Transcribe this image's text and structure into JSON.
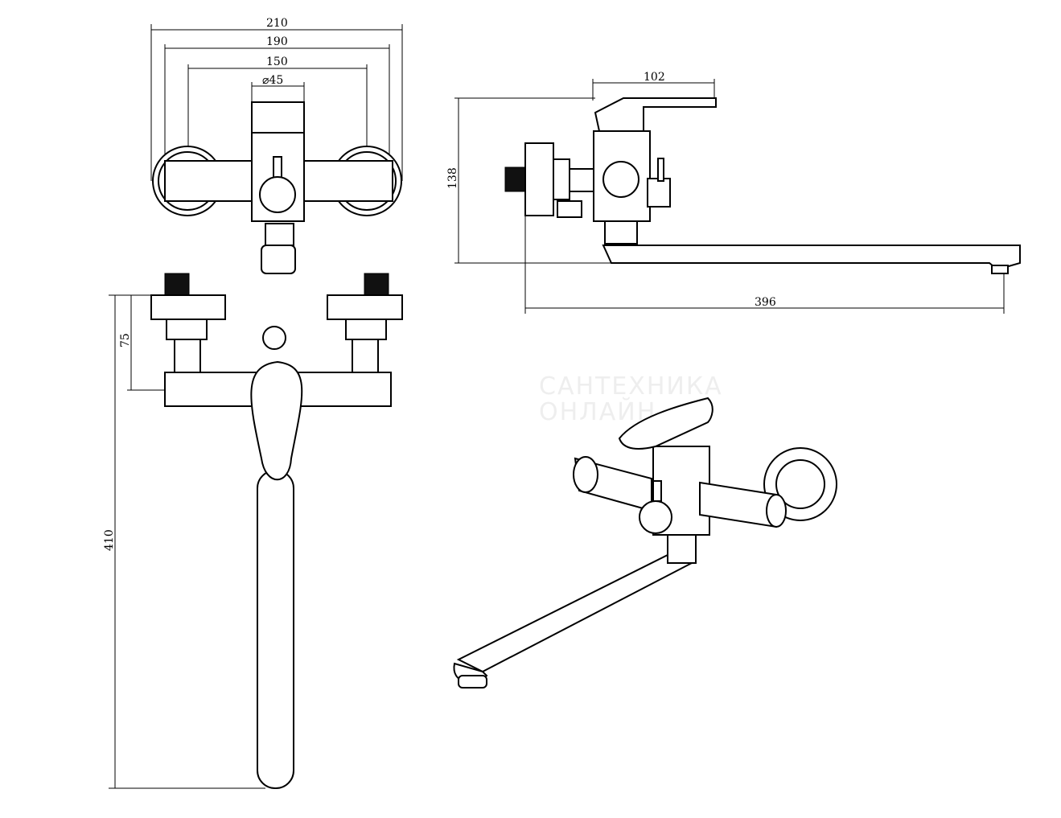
{
  "watermark": {
    "line1": "САНТЕХНИКА",
    "line2": "ОНЛАЙН"
  },
  "dimensions": {
    "front_outer_width": "210",
    "front_flange_width": "190",
    "front_center_distance": "150",
    "front_body_diameter": "⌀45",
    "side_handle_length": "102",
    "side_height": "138",
    "side_spout_reach": "396",
    "bottom_inlet_offset": "75",
    "bottom_total_length": "410"
  }
}
